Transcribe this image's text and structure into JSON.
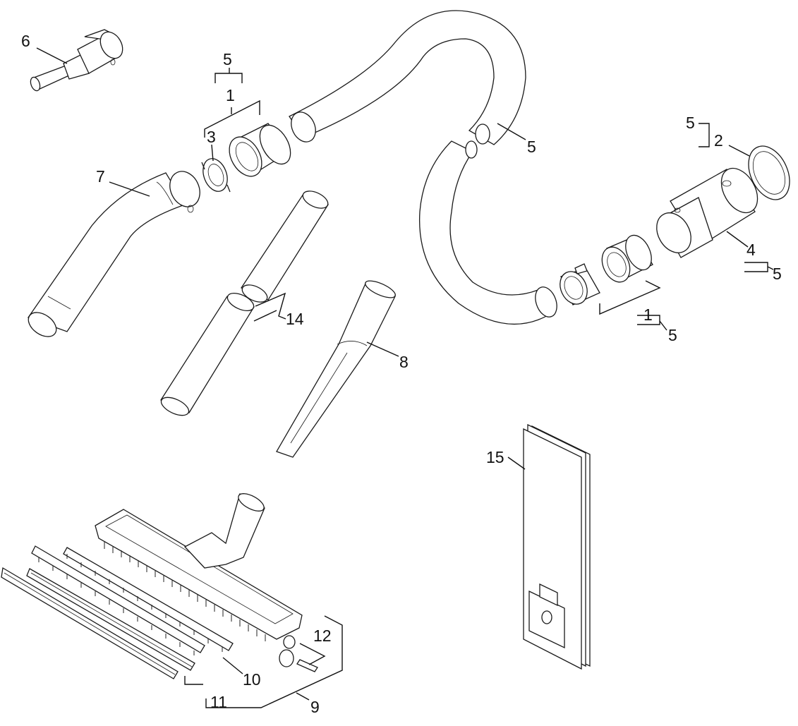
{
  "diagram": {
    "callouts": {
      "c1_top": "1",
      "c1_bottom": "1",
      "c2": "2",
      "c3": "3",
      "c4": "4",
      "c5_top": "5",
      "c5_hose": "5",
      "c5_ring": "5",
      "c5_adapter": "5",
      "c5_bottom": "5",
      "c6": "6",
      "c7": "7",
      "c8": "8",
      "c9": "9",
      "c10": "10",
      "c11": "11",
      "c12": "12",
      "c14": "14",
      "c15": "15"
    }
  }
}
